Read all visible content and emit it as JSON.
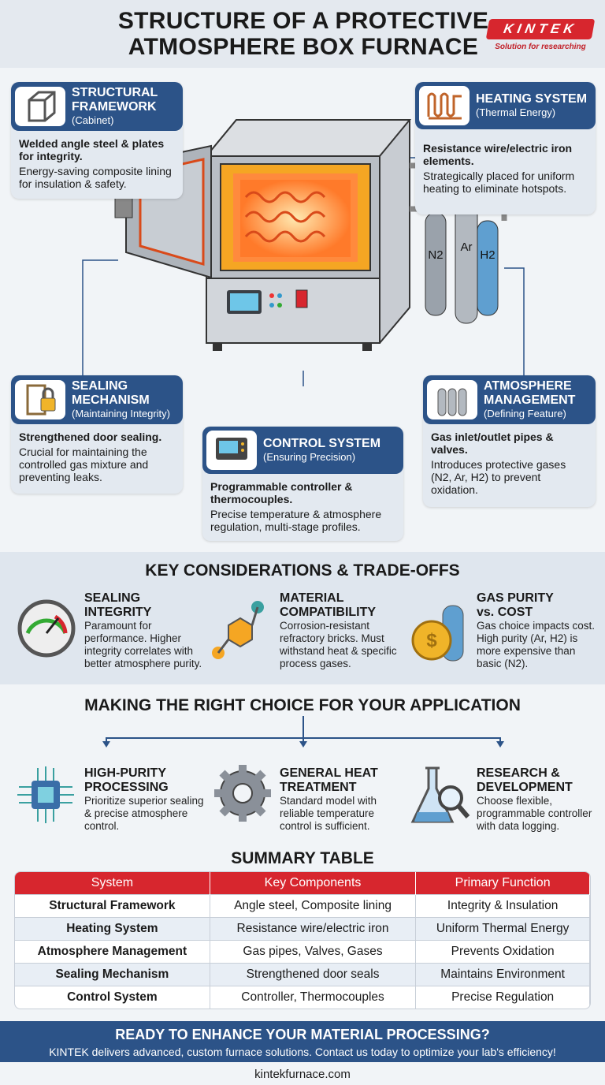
{
  "header": {
    "title_line1": "STRUCTURE OF A PROTECTIVE",
    "title_line2": "ATMOSPHERE BOX FURNACE",
    "logo_text": "KINTEK",
    "logo_tagline": "Solution for researching"
  },
  "colors": {
    "primary_blue": "#2c5388",
    "accent_red": "#d7262e",
    "card_bg": "#e3e9f0"
  },
  "components": [
    {
      "title": "STRUCTURAL FRAMEWORK",
      "subtitle": "(Cabinet)",
      "bold": "Welded angle steel & plates for integrity.",
      "text": "Energy-saving composite lining for insulation & safety.",
      "icon": "frame-cube-icon"
    },
    {
      "title": "HEATING SYSTEM",
      "subtitle": "(Thermal Energy)",
      "bold": "Resistance wire/electric iron elements.",
      "text": "Strategically placed for uniform heating to eliminate hotspots.",
      "icon": "heating-coil-icon"
    },
    {
      "title": "SEALING MECHANISM",
      "subtitle": "(Maintaining Integrity)",
      "bold": "Strengthened door sealing.",
      "text": "Crucial for maintaining the controlled gas mixture and preventing leaks.",
      "icon": "door-lock-icon"
    },
    {
      "title": "CONTROL SYSTEM",
      "subtitle": "(Ensuring Precision)",
      "bold": "Programmable controller & thermocouples.",
      "text": "Precise temperature & atmosphere regulation, multi-stage profiles.",
      "icon": "controller-icon"
    },
    {
      "title": "ATMOSPHERE MANAGEMENT",
      "subtitle": "(Defining Feature)",
      "bold": "Gas inlet/outlet pipes & valves.",
      "text": "Introduces protective gases (N2, Ar, H2) to prevent oxidation.",
      "icon": "gas-cylinders-icon"
    }
  ],
  "illustration": {
    "gas_labels": [
      "N2",
      "Ar",
      "H2"
    ]
  },
  "considerations": {
    "title": "KEY CONSIDERATIONS & TRADE-OFFS",
    "items": [
      {
        "title_1": "SEALING",
        "title_2": "INTEGRITY",
        "text": "Paramount for performance. Higher integrity correlates with better atmosphere purity.",
        "icon": "pressure-gauge-icon"
      },
      {
        "title_1": "MATERIAL",
        "title_2": "COMPATIBILITY",
        "text": "Corrosion-resistant refractory bricks. Must withstand heat & specific process gases.",
        "icon": "molecule-icon"
      },
      {
        "title_1": "GAS PURITY",
        "title_2": "vs. COST",
        "text": "Gas choice impacts cost. High purity (Ar, H2) is more expensive than basic (N2).",
        "icon": "coin-cylinder-icon"
      }
    ]
  },
  "choice": {
    "title": "MAKING THE  RIGHT CHOICE FOR YOUR APPLICATION",
    "items": [
      {
        "title_1": "HIGH-PURITY",
        "title_2": "PROCESSING",
        "text": "Prioritize superior sealing & precise atmosphere control.",
        "icon": "chip-icon"
      },
      {
        "title_1": "GENERAL HEAT",
        "title_2": "TREATMENT",
        "text": "Standard model with reliable temperature control is sufficient.",
        "icon": "gear-icon"
      },
      {
        "title_1": "RESEARCH &",
        "title_2": "DEVELOPMENT",
        "text": "Choose flexible, programmable controller with data logging.",
        "icon": "flask-magnifier-icon"
      }
    ]
  },
  "summary": {
    "title": "SUMMARY TABLE",
    "headers": [
      "System",
      "Key Components",
      "Primary Function"
    ],
    "rows": [
      [
        "Structural Framework",
        "Angle steel, Composite lining",
        "Integrity & Insulation"
      ],
      [
        "Heating System",
        "Resistance wire/electric iron",
        "Uniform Thermal Energy"
      ],
      [
        "Atmosphere Management",
        "Gas pipes, Valves, Gases",
        "Prevents Oxidation"
      ],
      [
        "Sealing Mechanism",
        "Strengthened door seals",
        "Maintains Environment"
      ],
      [
        "Control System",
        "Controller, Thermocouples",
        "Precise Regulation"
      ]
    ]
  },
  "cta": {
    "headline": "READY TO ENHANCE YOUR MATERIAL PROCESSING?",
    "text": "KINTEK delivers advanced, custom furnace solutions. Contact us today to optimize your lab's efficiency!",
    "url": "kintekfurnace.com"
  }
}
